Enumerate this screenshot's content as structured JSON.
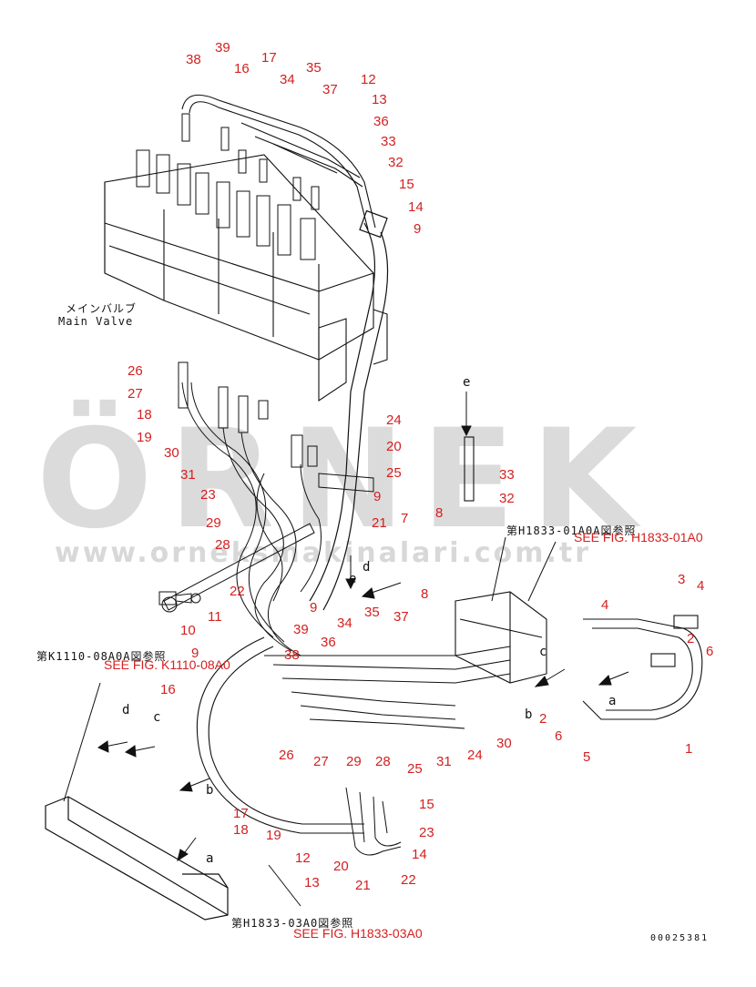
{
  "watermark": {
    "brand": "ÖRNEK",
    "url": "www.orneksmakinalari.com.tr"
  },
  "main_valve": {
    "ja": "メインバルブ",
    "en": "Main Valve"
  },
  "references": [
    {
      "id": "ref-h1833-01a0",
      "ja": "第H1833-01A0A図参照",
      "en": "SEE FIG. H1833-01A0"
    },
    {
      "id": "ref-k1110-08a0",
      "ja": "第K1110-08A0A図参照",
      "en": "SEE FIG. K1110-08A0"
    },
    {
      "id": "ref-h1833-03a0",
      "ja": "第H1833-03A0図参照",
      "en": "SEE FIG. H1833-03A0"
    }
  ],
  "letters": [
    "e",
    "d",
    "c",
    "b",
    "a"
  ],
  "doc_number": "00025381",
  "labels": [
    "38",
    "39",
    "16",
    "17",
    "34",
    "35",
    "37",
    "12",
    "13",
    "36",
    "33",
    "32",
    "15",
    "14",
    "9",
    "26",
    "27",
    "18",
    "19",
    "30",
    "31",
    "23",
    "29",
    "28",
    "22",
    "24",
    "20",
    "25",
    "9",
    "21",
    "33",
    "32",
    "8",
    "7",
    "8",
    "10",
    "11",
    "9",
    "9",
    "39",
    "38",
    "34",
    "35",
    "37",
    "36",
    "16",
    "26",
    "27",
    "29",
    "28",
    "25",
    "31",
    "24",
    "30",
    "3",
    "4",
    "4",
    "2",
    "6",
    "2",
    "6",
    "5",
    "1",
    "17",
    "18",
    "19",
    "15",
    "23",
    "14",
    "22",
    "21",
    "20",
    "13",
    "12"
  ]
}
